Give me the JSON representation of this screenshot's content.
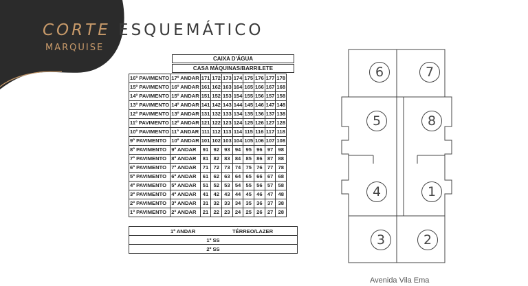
{
  "title": {
    "word1": "CORTE",
    "word2": "ESQUEMÁTICO",
    "subtitle": "MARQUISE"
  },
  "section": {
    "top_rows": [
      "CAIXA D'ÁGUA",
      "CASA MÁQUINAS/BARRILETE"
    ],
    "rows": [
      {
        "pav": "16º PAVIMENTO",
        "andar": "17º ANDAR",
        "units": [
          "171",
          "172",
          "173",
          "174",
          "175",
          "176",
          "177",
          "178"
        ]
      },
      {
        "pav": "15º PAVIMENTO",
        "andar": "16º ANDAR",
        "units": [
          "161",
          "162",
          "163",
          "164",
          "165",
          "166",
          "167",
          "168"
        ]
      },
      {
        "pav": "14º PAVIMENTO",
        "andar": "15º ANDAR",
        "units": [
          "151",
          "152",
          "153",
          "154",
          "155",
          "156",
          "157",
          "158"
        ]
      },
      {
        "pav": "13º PAVIMENTO",
        "andar": "14º ANDAR",
        "units": [
          "141",
          "142",
          "143",
          "144",
          "145",
          "146",
          "147",
          "148"
        ]
      },
      {
        "pav": "12º PAVIMENTO",
        "andar": "13º ANDAR",
        "units": [
          "131",
          "132",
          "133",
          "134",
          "135",
          "136",
          "137",
          "138"
        ]
      },
      {
        "pav": "11º PAVIMENTO",
        "andar": "12º ANDAR",
        "units": [
          "121",
          "122",
          "123",
          "124",
          "125",
          "126",
          "127",
          "128"
        ]
      },
      {
        "pav": "10º PAVIMENTO",
        "andar": "11º ANDAR",
        "units": [
          "111",
          "112",
          "113",
          "114",
          "115",
          "116",
          "117",
          "118"
        ]
      },
      {
        "pav": "9º PAVIMENTO",
        "andar": "10º ANDAR",
        "units": [
          "101",
          "102",
          "103",
          "104",
          "105",
          "106",
          "107",
          "108"
        ]
      },
      {
        "pav": "8º PAVIMENTO",
        "andar": "9º ANDAR",
        "units": [
          "91",
          "92",
          "93",
          "94",
          "95",
          "96",
          "97",
          "98"
        ]
      },
      {
        "pav": "7º PAVIMENTO",
        "andar": "8º ANDAR",
        "units": [
          "81",
          "82",
          "83",
          "84",
          "85",
          "86",
          "87",
          "88"
        ]
      },
      {
        "pav": "6º PAVIMENTO",
        "andar": "7º ANDAR",
        "units": [
          "71",
          "72",
          "73",
          "74",
          "75",
          "76",
          "77",
          "78"
        ]
      },
      {
        "pav": "5º PAVIMENTO",
        "andar": "6º ANDAR",
        "units": [
          "61",
          "62",
          "63",
          "64",
          "65",
          "66",
          "67",
          "68"
        ]
      },
      {
        "pav": "4º PAVIMENTO",
        "andar": "5º ANDAR",
        "units": [
          "51",
          "52",
          "53",
          "54",
          "55",
          "56",
          "57",
          "58"
        ]
      },
      {
        "pav": "3º PAVIMENTO",
        "andar": "4º ANDAR",
        "units": [
          "41",
          "42",
          "43",
          "44",
          "45",
          "46",
          "47",
          "48"
        ]
      },
      {
        "pav": "2º PAVIMENTO",
        "andar": "3º ANDAR",
        "units": [
          "31",
          "32",
          "33",
          "34",
          "35",
          "36",
          "37",
          "38"
        ]
      },
      {
        "pav": "1º PAVIMENTO",
        "andar": "2º ANDAR",
        "units": [
          "21",
          "22",
          "23",
          "24",
          "25",
          "26",
          "27",
          "28"
        ]
      }
    ],
    "ground": {
      "andar": "1º ANDAR",
      "terreo": "TÉRREO/LAZER"
    },
    "basements": [
      "1º SS",
      "2º SS"
    ]
  },
  "plan": {
    "units": [
      "6",
      "7",
      "5",
      "8",
      "4",
      "1",
      "3",
      "2"
    ],
    "street": "Avenida Vila Ema",
    "blob_color": "#2b2b2b",
    "accent_color": "#c89a6a"
  }
}
